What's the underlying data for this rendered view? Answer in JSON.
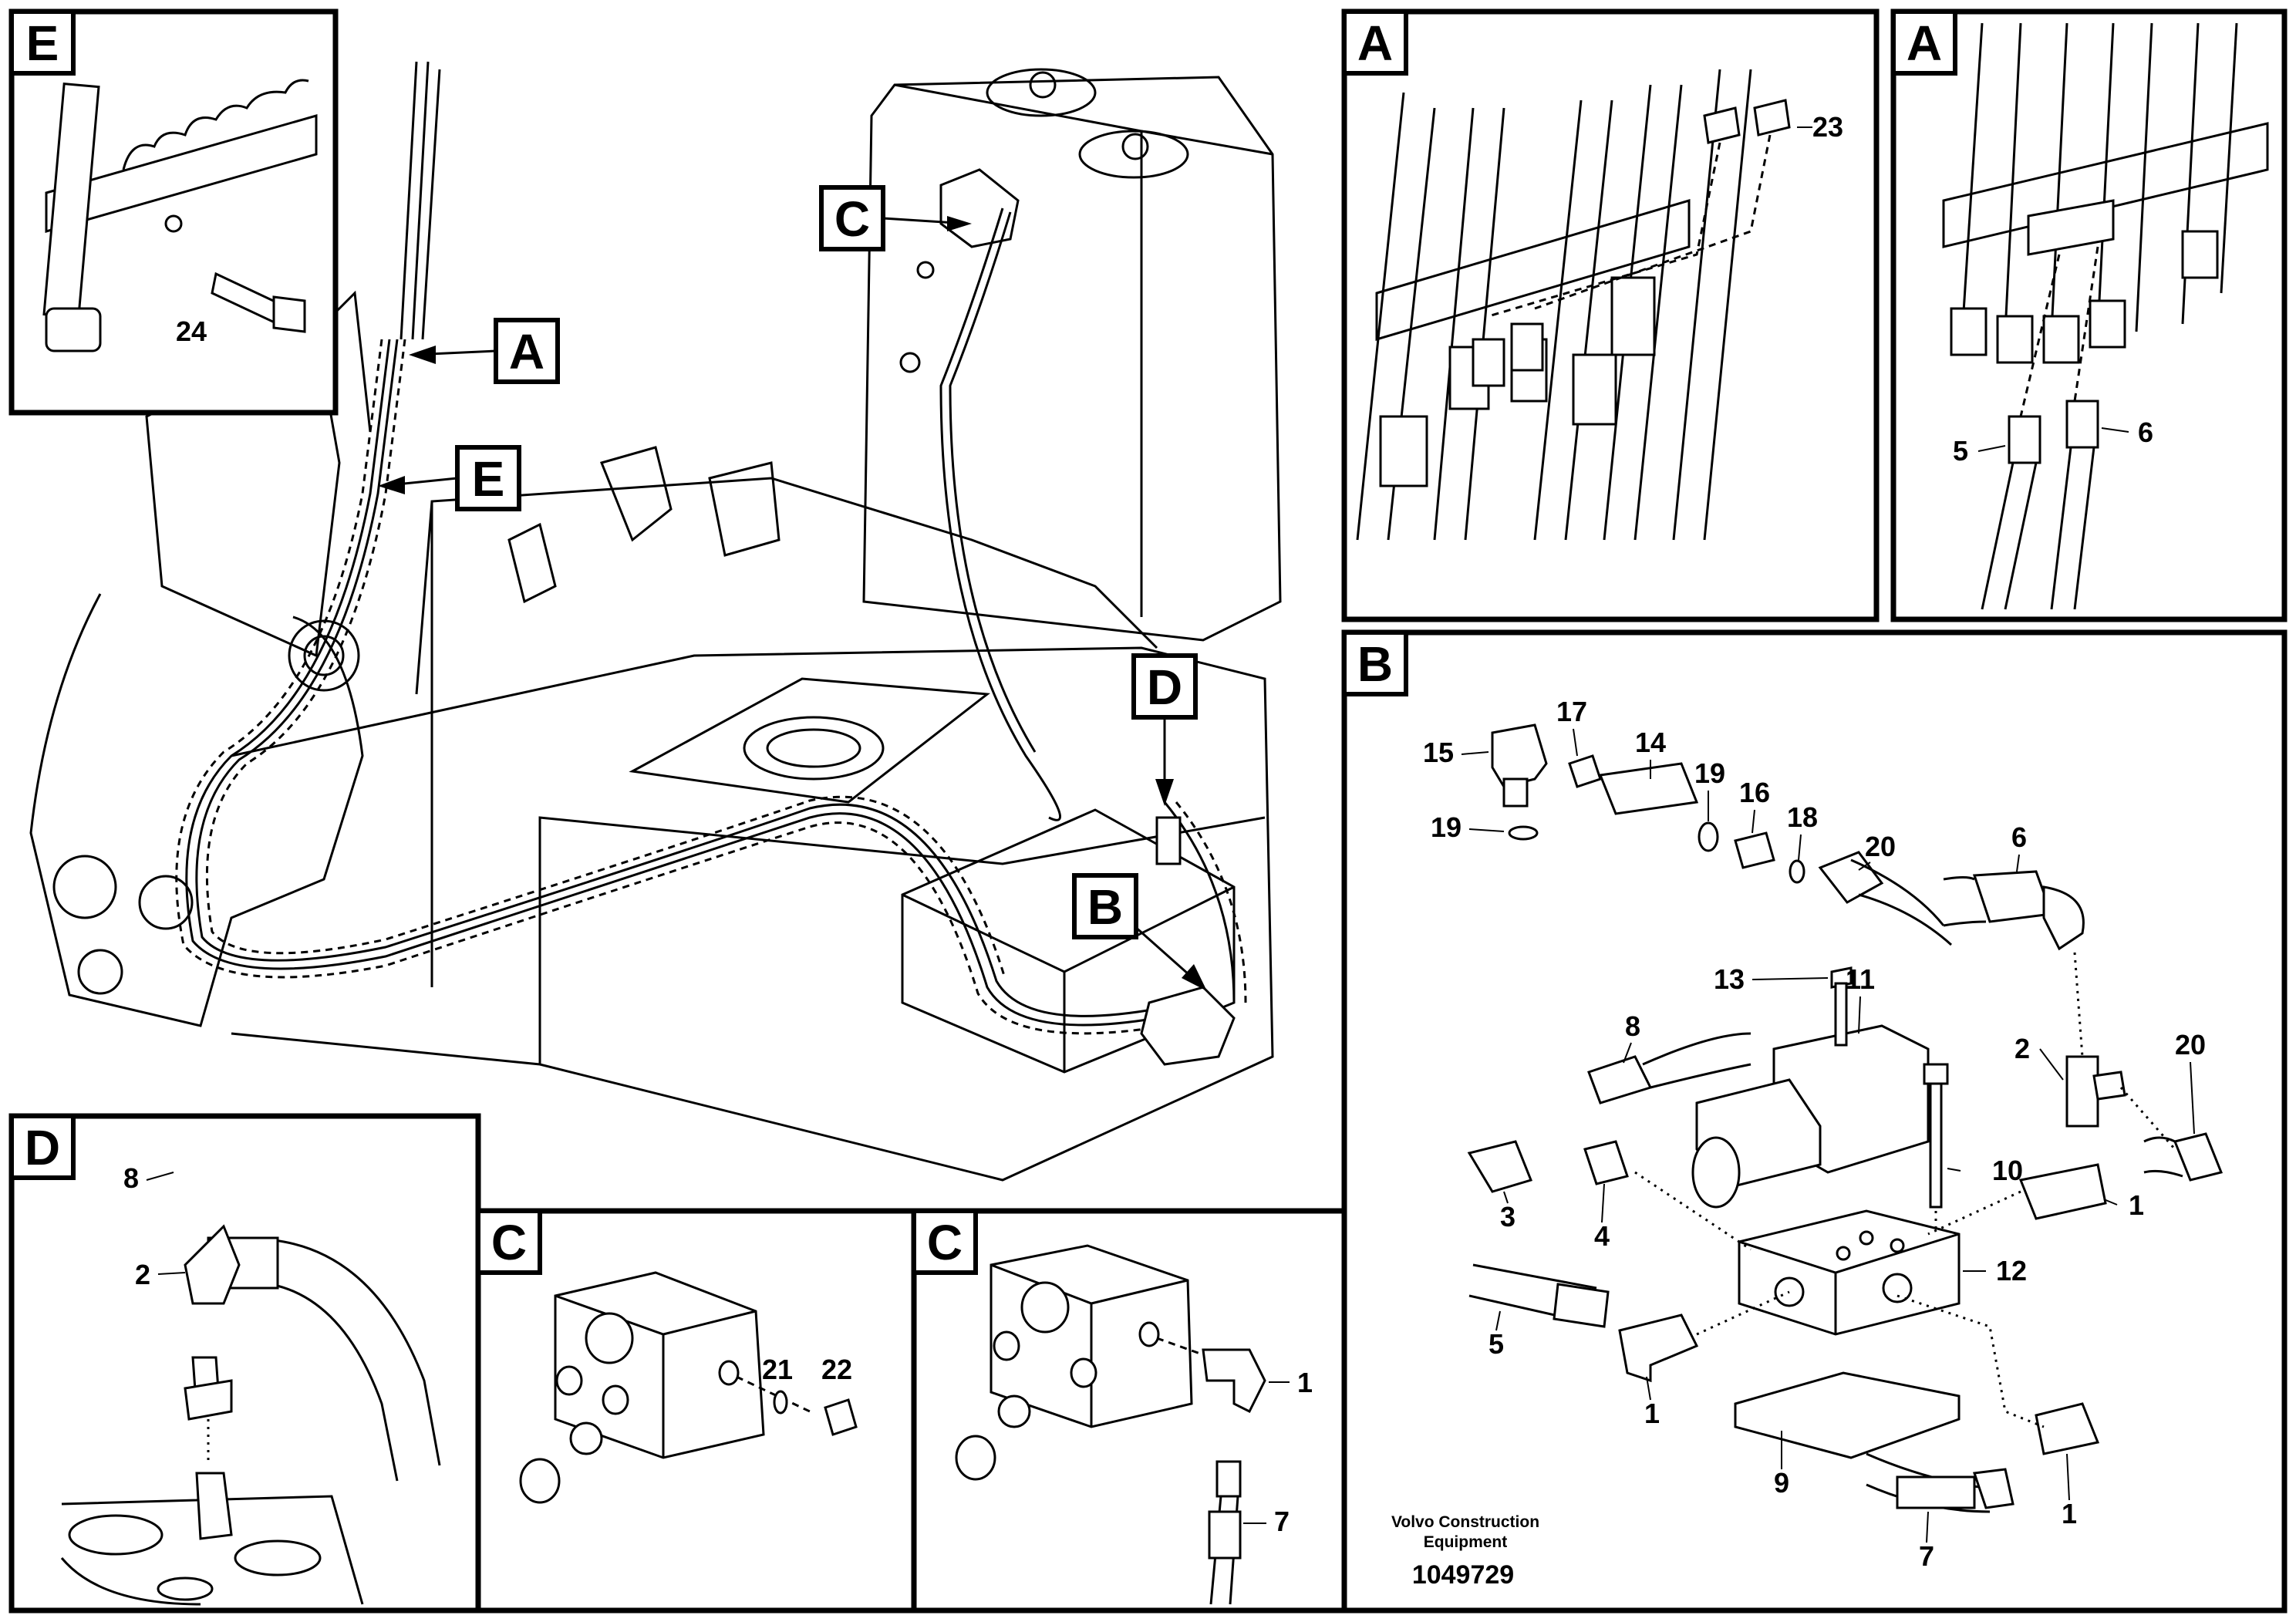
{
  "panels": {
    "E": {
      "tag": "E",
      "parts": [
        "24"
      ]
    },
    "A1": {
      "tag": "A",
      "parts": [
        "23"
      ]
    },
    "A2": {
      "tag": "A",
      "parts": [
        "5",
        "6"
      ]
    },
    "B": {
      "tag": "B",
      "parts": [
        "15",
        "17",
        "14",
        "19",
        "16",
        "18",
        "20",
        "6",
        "19",
        "13",
        "11",
        "8",
        "2",
        "20",
        "3",
        "4",
        "10",
        "1",
        "12",
        "5",
        "1",
        "9",
        "7",
        "1"
      ]
    },
    "D": {
      "tag": "D",
      "parts": [
        "8",
        "2"
      ]
    },
    "C1": {
      "tag": "C",
      "parts": [
        "21",
        "22"
      ]
    },
    "C2": {
      "tag": "C",
      "parts": [
        "1",
        "7"
      ]
    }
  },
  "main": {
    "callouts": [
      "C",
      "A",
      "E",
      "D",
      "B"
    ]
  },
  "footer": {
    "company_line1": "Volvo Construction",
    "company_line2": "Equipment",
    "doc_number": "1049729"
  }
}
